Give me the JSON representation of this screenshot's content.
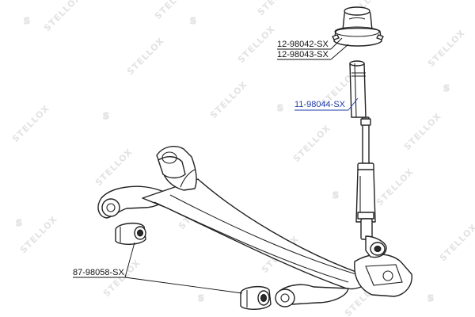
{
  "watermark": {
    "text": "STELLOX",
    "glyph": "S"
  },
  "labels": {
    "p1": "12-98042-SX",
    "p2": "12-98043-SX",
    "p3": "11-98044-SX",
    "p4": "87-98058-SX"
  },
  "colors": {
    "highlight": "#1e3aa8",
    "ink": "#111111",
    "watermark": "#e3e3e3"
  }
}
